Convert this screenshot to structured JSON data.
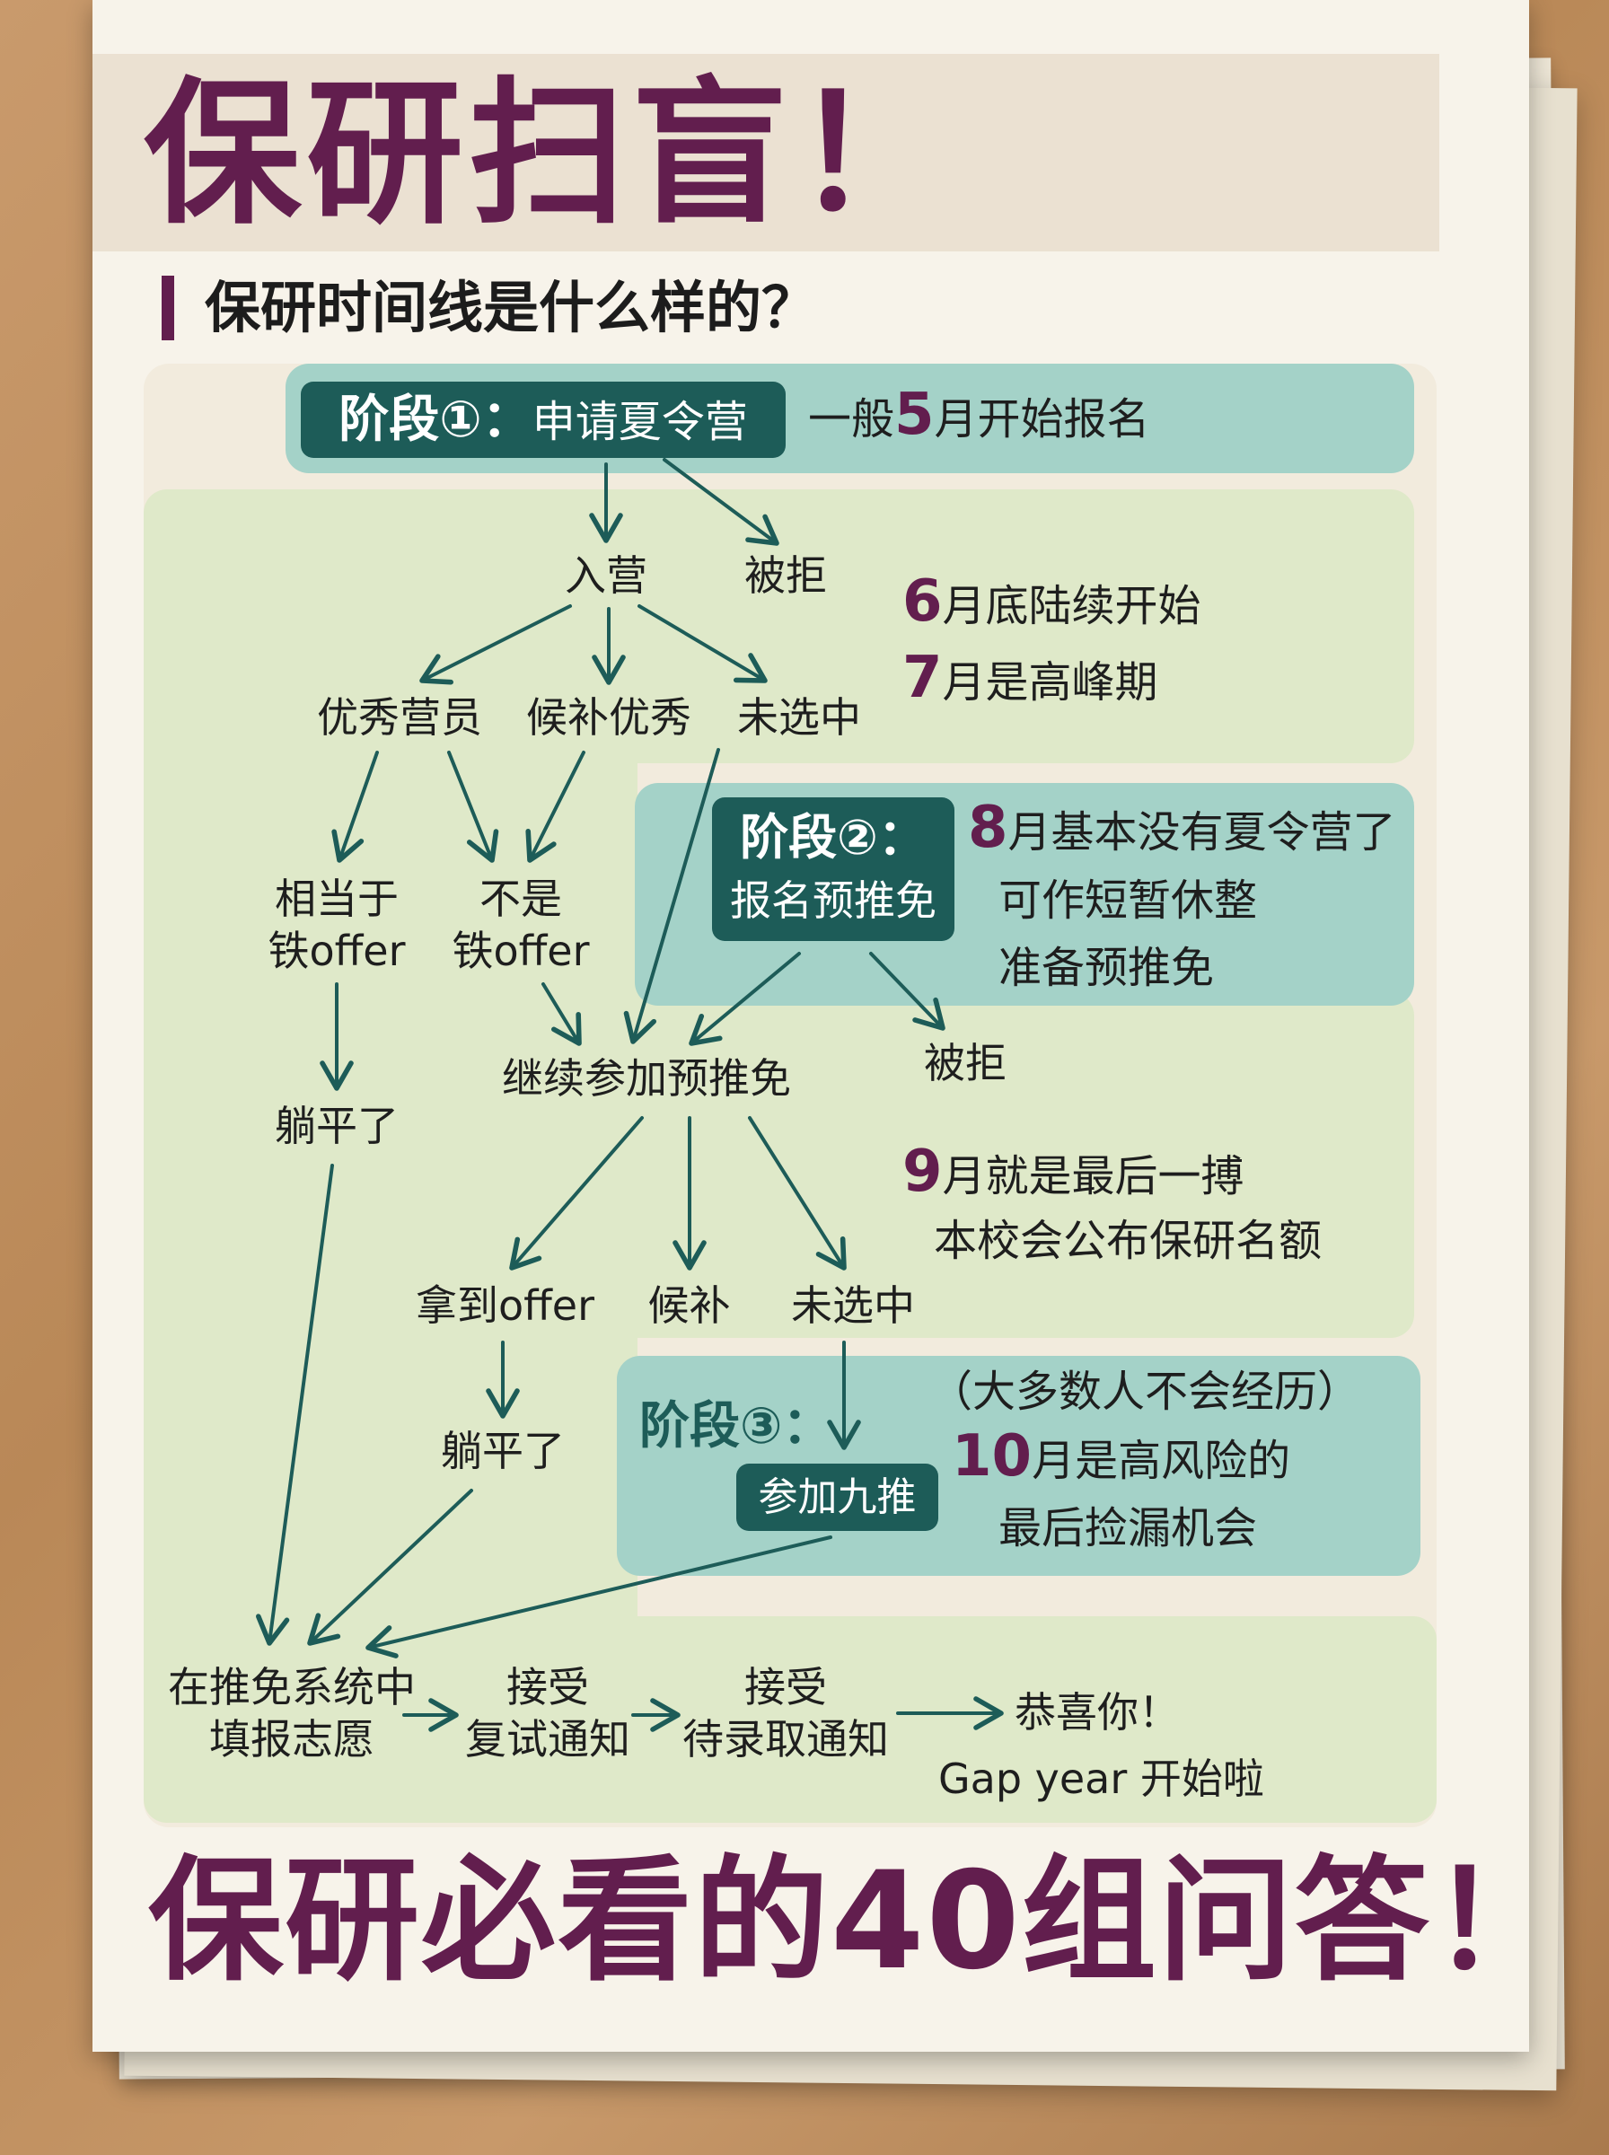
{
  "title": "保研扫盲！",
  "subtitle": "保研时间线是什么样的？",
  "stages": {
    "stage1": {
      "label": "阶段①：",
      "name": "申请夏令营",
      "note_prefix": "一般",
      "note_num": "5",
      "note_suffix": "月开始报名"
    },
    "stage2": {
      "label": "阶段②：",
      "name": "报名预推免"
    },
    "stage3": {
      "label": "阶段③：",
      "name": "参加九推"
    }
  },
  "nodes": {
    "camp_in": "入营",
    "camp_rejected": "被拒",
    "excellent": "优秀营员",
    "waitlist_excellent": "候补优秀",
    "not_selected_1": "未选中",
    "iron_offer_1": "相当于",
    "iron_offer_2": "铁offer",
    "not_iron_1": "不是",
    "not_iron_2": "铁offer",
    "lie_flat_1": "躺平了",
    "continue_pre": "继续参加预推免",
    "pre_rejected": "被拒",
    "get_offer": "拿到offer",
    "waitlist": "候补",
    "not_selected_2": "未选中",
    "lie_flat_2": "躺平了",
    "fill_1": "在推免系统中",
    "fill_2": "填报志愿",
    "accept_retest_1": "接受",
    "accept_retest_2": "复试通知",
    "accept_admit_1": "接受",
    "accept_admit_2": "待录取通知",
    "congrats_1": "恭喜你！",
    "congrats_2": "Gap year 开始啦"
  },
  "notes": {
    "june_num": "6",
    "june_text": "月底陆续开始",
    "july_num": "7",
    "july_text": "月是高峰期",
    "aug_num": "8",
    "aug_text": "月基本没有夏令营了",
    "aug_line2": "可作短暂休整",
    "aug_line3": "准备预推免",
    "sep_num": "9",
    "sep_text": "月就是最后一搏",
    "sep_line2": "本校会公布保研名额",
    "oct_line1": "（大多数人不会经历）",
    "oct_num": "10",
    "oct_text": "月是高风险的",
    "oct_line3": "最后捡漏机会"
  },
  "bottom_title": "保研必看的40组问答！",
  "colors": {
    "accent": "#621e4e",
    "pill": "#1d5c58",
    "teal_zone": "#a4d2c8",
    "green_zone": "#dfe9c9",
    "arrow": "#1d5c58"
  }
}
